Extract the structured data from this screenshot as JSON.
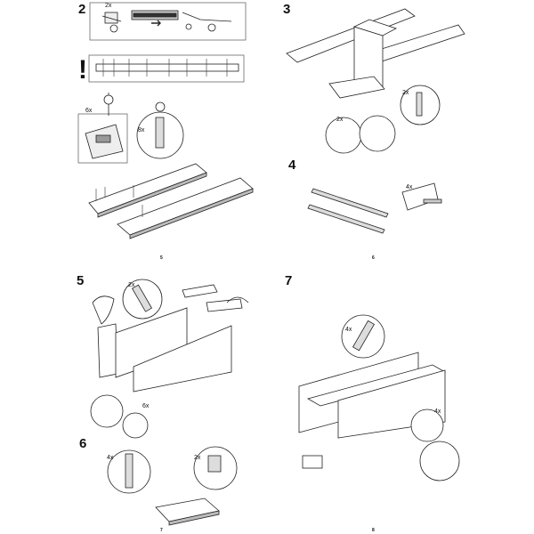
{
  "steps": [
    {
      "number": "2",
      "page": "5"
    },
    {
      "number": "3",
      "page": "6"
    },
    {
      "number": "4",
      "page": ""
    },
    {
      "number": "5",
      "page": "7"
    },
    {
      "number": "6",
      "page": ""
    },
    {
      "number": "7",
      "page": "8"
    }
  ],
  "callouts": {
    "step2_top": "2x",
    "step2_cam": "6x",
    "step2_dowel": "8x",
    "step3_dowel": "2x",
    "step3_cam": "2x",
    "step4_dowel": "4x",
    "step5_dowel": "2x",
    "step5_cam": "6x",
    "step6_dowel": "4x",
    "step6_cam": "2x",
    "step7_dowel": "4x",
    "step7_cam": "4x"
  },
  "warning_glyph": "!",
  "icons": [
    "dowel-icon",
    "cam-lock-icon",
    "screwdriver-icon",
    "person-icon",
    "rotate-arrow-icon"
  ]
}
